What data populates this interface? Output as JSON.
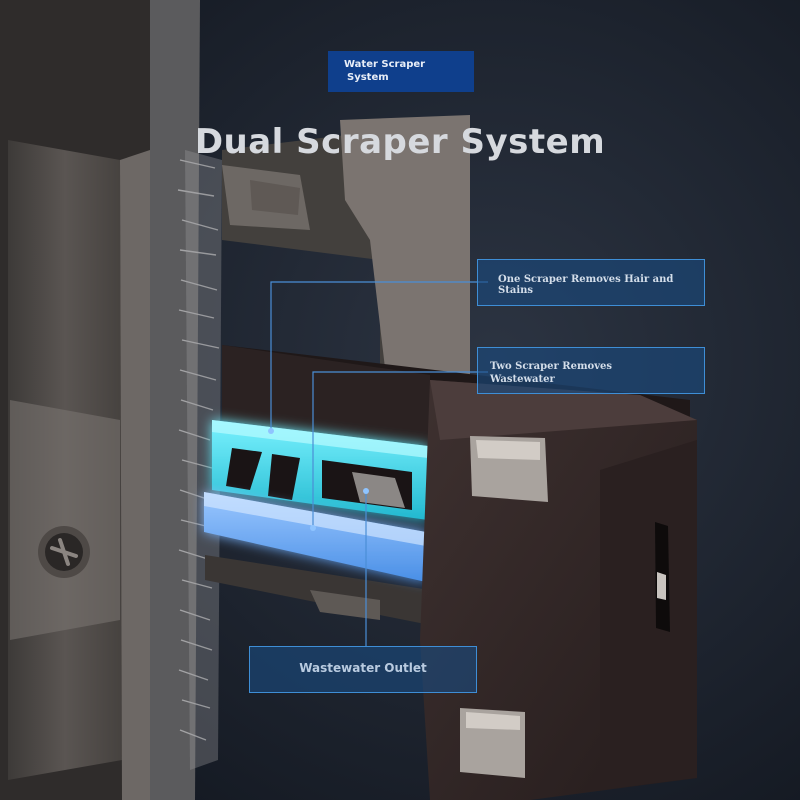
{
  "tag": {
    "line1": "Water Scraper",
    "line2": "System"
  },
  "title": "Dual Scraper System",
  "callouts": {
    "scraper_one": "One Scraper Removes Hair and Stains",
    "scraper_two_line1": "Two Scraper Removes",
    "scraper_two_line2": "Wastewater",
    "outlet": "Wastewater Outlet"
  },
  "colors": {
    "tag_fill": "#0f3f8c",
    "callout_border": "#3e8ed6",
    "scraper_cyan": "#3fd6e6",
    "scraper_blue": "#5aa8f0",
    "housing": "#35292a"
  },
  "icons": [
    "screw-icon"
  ]
}
